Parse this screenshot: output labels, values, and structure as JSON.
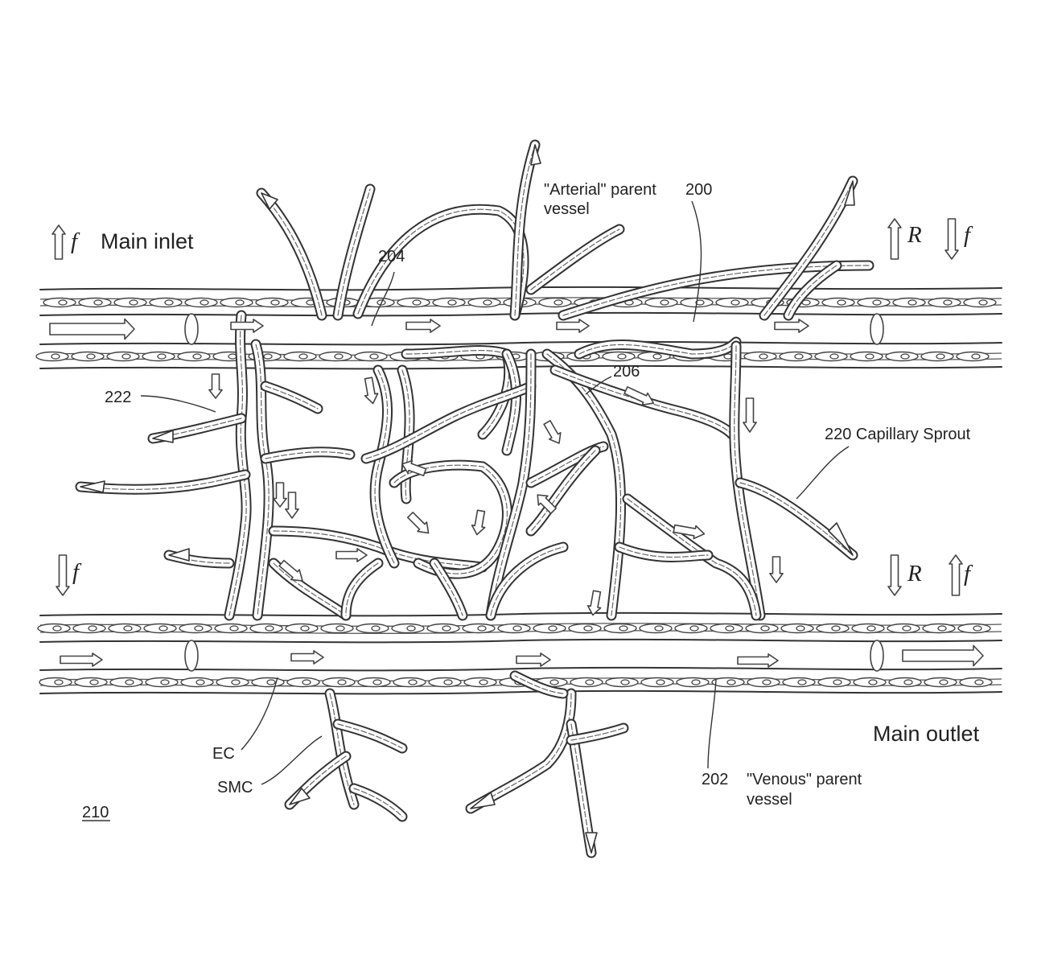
{
  "figure_ref": "210",
  "labels": {
    "main_inlet": "Main inlet",
    "main_outlet": "Main outlet",
    "flow_symbol": "f",
    "resistance_symbol": "R",
    "arterial_parent": "\"Arterial\" parent",
    "arterial_ref": "200",
    "arterial_vessel_word": "vessel",
    "venous_ref": "202",
    "venous_parent": "\"Venous\" parent",
    "venous_vessel_word": "vessel",
    "ref_204": "204",
    "ref_206": "206",
    "ref_222": "222",
    "capillary_sprout": "220  Capillary Sprout",
    "ec": "EC",
    "smc": "SMC"
  },
  "colors": {
    "ink": "#333333",
    "background": "#ffffff"
  }
}
